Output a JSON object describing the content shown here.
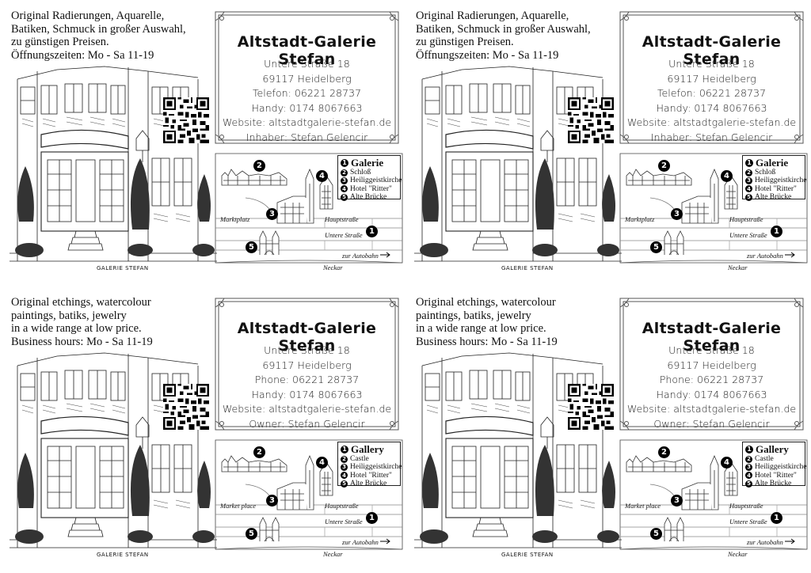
{
  "cards": [
    {
      "intro": [
        "Original Radierungen, Aquarelle,",
        "Batiken, Schmuck in großer Auswahl,",
        "zu günstigen Preisen.",
        "Öffnungszeiten: Mo - Sa 11-19"
      ],
      "title": "Altstadt-Galerie Stefan",
      "lines": [
        "Untere Straße 18",
        "69117 Heidelberg",
        "Telefon: 06221 28737",
        "Handy: 0174 8067663",
        "Website: altstadtgalerie-stefan.de",
        "Inhaber: Stefan Gelencir"
      ],
      "legend": [
        "Galerie",
        "Schloß",
        "Heiliggeistkirche",
        "Hotel \"Ritter\"",
        "Alte Brücke"
      ],
      "streets": {
        "marktplatz": "Marktplatz",
        "hauptstrasse": "Hauptstraße",
        "untere": "Untere Straße",
        "autobahn": "zur Autobahn",
        "neckar": "Neckar"
      },
      "signature": "GALERIE STEFAN"
    },
    {
      "intro": [
        "Original Radierungen, Aquarelle,",
        "Batiken, Schmuck in großer Auswahl,",
        "zu günstigen Preisen.",
        "Öffnungszeiten: Mo - Sa 11-19"
      ],
      "title": "Altstadt-Galerie Stefan",
      "lines": [
        "Untere Straße 18",
        "69117 Heidelberg",
        "Telefon: 06221 28737",
        "Handy: 0174 8067663",
        "Website: altstadtgalerie-stefan.de",
        "Inhaber: Stefan Gelencir"
      ],
      "legend": [
        "Galerie",
        "Schloß",
        "Heiliggeistkirche",
        "Hotel \"Ritter\"",
        "Alte Brücke"
      ],
      "streets": {
        "marktplatz": "Marktplatz",
        "hauptstrasse": "Hauptstraße",
        "untere": "Untere Straße",
        "autobahn": "zur Autobahn",
        "neckar": "Neckar"
      },
      "signature": "GALERIE STEFAN"
    },
    {
      "intro": [
        "Original etchings, watercolour",
        "paintings, batiks, jewelry",
        "in a wide range at low price.",
        "Business hours: Mo - Sa 11-19"
      ],
      "title": "Altstadt-Galerie Stefan",
      "lines": [
        "Untere Straße 18",
        "69117 Heidelberg",
        "Phone: 06221 28737",
        "Handy: 0174 8067663",
        "Website: altstadtgalerie-stefan.de",
        "Owner: Stefan Gelencir"
      ],
      "legend": [
        "Gallery",
        "Castle",
        "Heiliggeistkirche",
        "Hotel \"Ritter\"",
        "Alte Brücke"
      ],
      "streets": {
        "marktplatz": "Market place",
        "hauptstrasse": "Hauptstraße",
        "untere": "Untere Straße",
        "autobahn": "zur Autobahn",
        "neckar": "Neckar"
      },
      "signature": "GALERIE STEFAN"
    },
    {
      "intro": [
        "Original etchings, watercolour",
        "paintings, batiks, jewelry",
        "in a wide range at low price.",
        "Business hours: Mo - Sa 11-19"
      ],
      "title": "Altstadt-Galerie Stefan",
      "lines": [
        "Untere Straße 18",
        "69117 Heidelberg",
        "Phone: 06221 28737",
        "Handy: 0174 8067663",
        "Website: altstadtgalerie-stefan.de",
        "Owner: Stefan Gelencir"
      ],
      "legend": [
        "Gallery",
        "Castle",
        "Heiliggeistkirche",
        "Hotel \"Ritter\"",
        "Alte Brücke"
      ],
      "streets": {
        "marktplatz": "Market place",
        "hauptstrasse": "Hauptstraße",
        "untere": "Untere Straße",
        "autobahn": "zur Autobahn",
        "neckar": "Neckar"
      },
      "signature": "GALERIE STEFAN"
    }
  ]
}
